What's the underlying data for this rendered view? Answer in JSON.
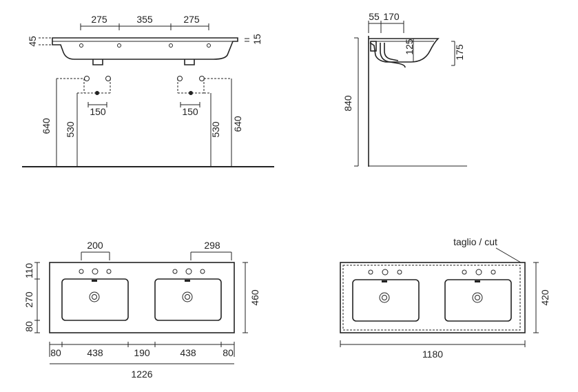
{
  "front_view": {
    "top_dims": [
      "275",
      "355",
      "275"
    ],
    "left_dim": "45",
    "right_dim": "15",
    "left_trap": {
      "width": "150",
      "inner_height": "530",
      "outer_height": "640"
    },
    "right_trap": {
      "width": "150",
      "inner_height": "530",
      "outer_height": "640"
    }
  },
  "side_view": {
    "top_dims": [
      "55",
      "170"
    ],
    "basin_depth": "125",
    "right_height": "175",
    "total_height": "840"
  },
  "plan_view": {
    "top_dims": [
      "200",
      "298"
    ],
    "left_dims": [
      "110",
      "270",
      "80"
    ],
    "right_dim": "460",
    "bottom_dims": [
      "80",
      "438",
      "190",
      "438",
      "80"
    ],
    "total_width": "1226"
  },
  "cut_view": {
    "label": "taglio / cut",
    "width": "1180",
    "height": "420"
  }
}
